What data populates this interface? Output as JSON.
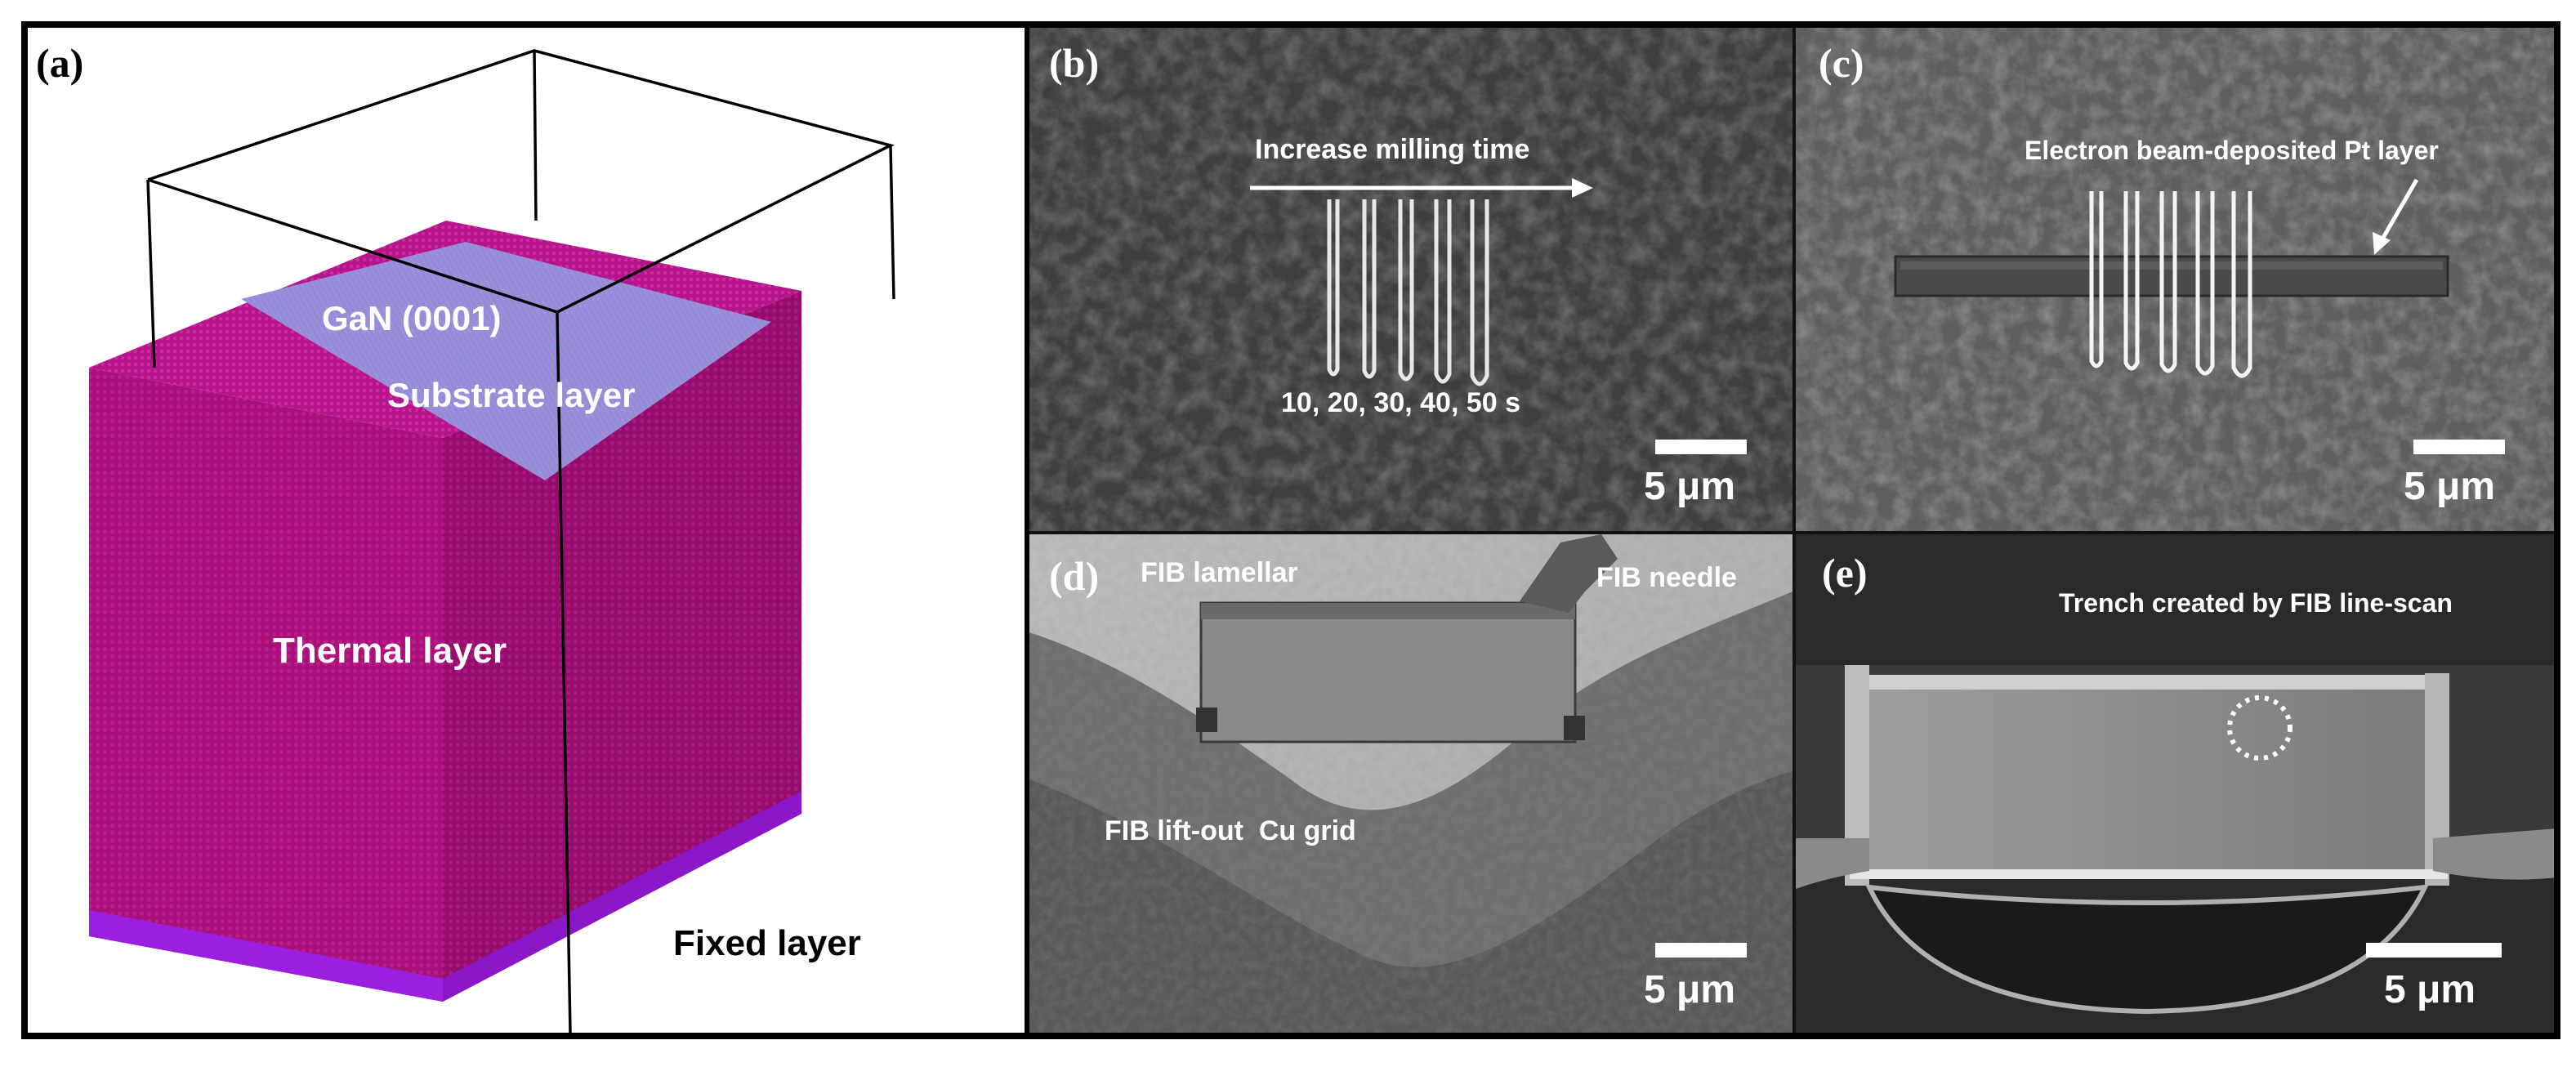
{
  "panel_a": {
    "letter": "(a)",
    "labels": {
      "gan": "GaN (0001)",
      "substrate": "Substrate layer",
      "thermal": "Thermal layer",
      "fixed": "Fixed layer"
    },
    "colors": {
      "thermal": "#b0127e",
      "substrate": "#8a8ad8",
      "fixed": "#9b1fe0"
    }
  },
  "panel_b": {
    "letter": "(b)",
    "arrow_label": "Increase milling time",
    "times_label": "10, 20, 30, 40, 50 s",
    "scale_label": "5 μm"
  },
  "panel_c": {
    "letter": "(c)",
    "annotation": "Electron beam-deposited Pt layer",
    "scale_label": "5 μm"
  },
  "panel_d": {
    "letter": "(d)",
    "labels": {
      "lamellar": "FIB lamellar",
      "needle": "FIB needle",
      "grid": "FIB lift-out  Cu grid"
    },
    "scale_label": "5 μm"
  },
  "panel_e": {
    "letter": "(e)",
    "annotation": "Trench created by FIB line-scan",
    "scale_label": "5 μm"
  }
}
